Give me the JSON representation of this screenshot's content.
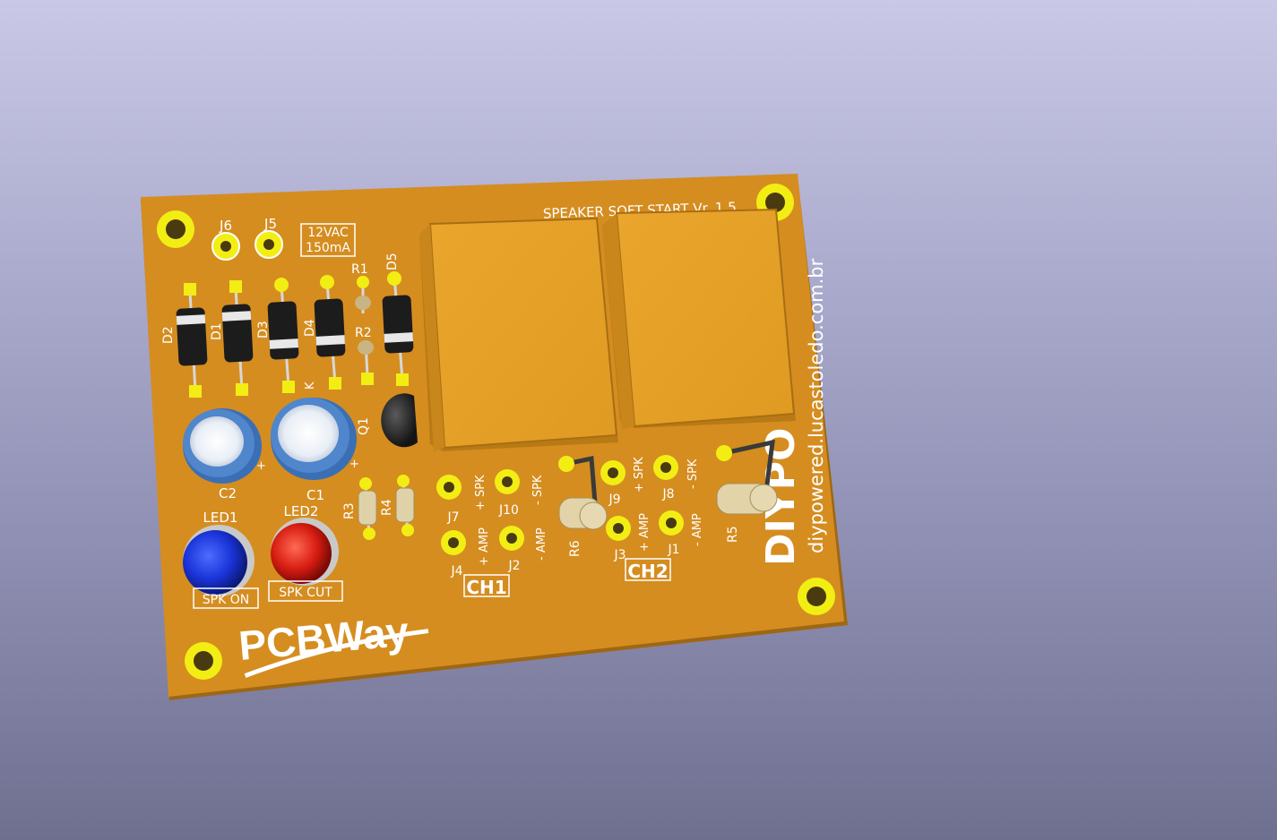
{
  "board": {
    "title": "SPEAKER SOFT START Vr. 1.5",
    "url": "diypowered.lucastoledo.com.br",
    "brand": "DIYPO",
    "pcbway_logo": "PCBWay",
    "power_rating_line1": "12VAC",
    "power_rating_line2": "150mA",
    "colors": {
      "board": "#d58d20",
      "pad": "#f2ee14",
      "relay": "#e6a128",
      "silkscreen": "#ffffff"
    }
  },
  "designators": {
    "J6": "J6",
    "J5": "J5",
    "R1": "R1",
    "R2": "R2",
    "D5": "D5",
    "D1": "D1",
    "D2": "D2",
    "D3": "D3",
    "D4": "D4",
    "K": "K",
    "Q1": "Q1",
    "C1": "C1",
    "C2": "C2",
    "R3": "R3",
    "R4": "R4",
    "R5": "R5",
    "R6": "R6",
    "LED1": "LED1",
    "LED2": "LED2",
    "J1": "J1",
    "J2": "J2",
    "J3": "J3",
    "J4": "J4",
    "J7": "J7",
    "J8": "J8",
    "J9": "J9",
    "J10": "J10",
    "plus": "+"
  },
  "labels": {
    "spk_on": "SPK ON",
    "spk_cut": "SPK CUT",
    "ch1": "CH1",
    "ch2": "CH2",
    "plus_spk": "+ SPK",
    "minus_spk": "- SPK",
    "plus_amp": "+ AMP",
    "minus_amp": "- AMP"
  }
}
